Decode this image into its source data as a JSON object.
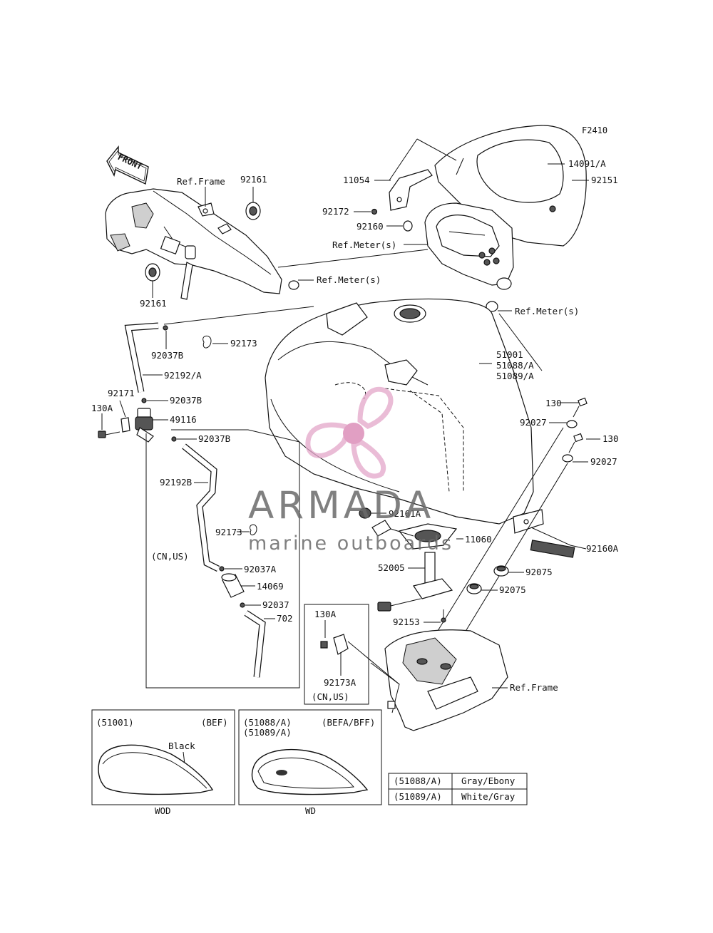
{
  "figure_code": "F2410",
  "front_arrow": "FRONT",
  "callouts": {
    "p14091A": "14091/A",
    "p92151": "92151",
    "p11054": "11054",
    "p92172": "92172",
    "p92160": "92160",
    "ref_meter_1": "Ref.Meter(s)",
    "ref_frame_top": "Ref.Frame",
    "p92161_top": "92161",
    "p92161_bot": "92161",
    "ref_meter_2": "Ref.Meter(s)",
    "ref_meter_3": "Ref.Meter(s)",
    "p92173_top": "92173",
    "p92037B_a": "92037B",
    "p92192A": "92192/A",
    "p92171": "92171",
    "p92037B_b": "92037B",
    "p130A_left": "130A",
    "p49116": "49116",
    "p92037B_c": "92037B",
    "p92192B": "92192B",
    "p92173_mid": "92173",
    "cn_us_left": "(CN,US)",
    "p92037A": "92037A",
    "p14069": "14069",
    "p92037": "92037",
    "p702": "702",
    "p51001": "51001",
    "p51088A": "51088/A",
    "p51089A": "51089/A",
    "p130_a": "130",
    "p92027_a": "92027",
    "p130_b": "130",
    "p92027_b": "92027",
    "p92161A": "92161A",
    "p11060": "11060",
    "p92160A": "92160A",
    "p52005": "52005",
    "p92075_a": "92075",
    "p92075_b": "92075",
    "p92153": "92153",
    "p130A_box": "130A",
    "p92173A": "92173A",
    "cn_us_box": "(CN,US)",
    "ref_frame_bottom": "Ref.Frame"
  },
  "variant_left": {
    "code": "(51001)",
    "tag": "(BEF)",
    "color": "Black",
    "caption": "WOD"
  },
  "variant_right": {
    "code_1": "(51088/A)",
    "code_2": "(51089/A)",
    "tag": "(BEFA/BFF)",
    "caption": "WD"
  },
  "color_table": {
    "rows": [
      {
        "part": "(51088/A)",
        "color": "Gray/Ebony"
      },
      {
        "part": "(51089/A)",
        "color": "White/Gray"
      }
    ]
  },
  "watermark": {
    "brand": "ARMADA",
    "tagline": "marine outboards",
    "logo_color": "#e3a6c9",
    "logo_hub_color": "#d77fb0",
    "text_color": "#6b6b6b"
  }
}
